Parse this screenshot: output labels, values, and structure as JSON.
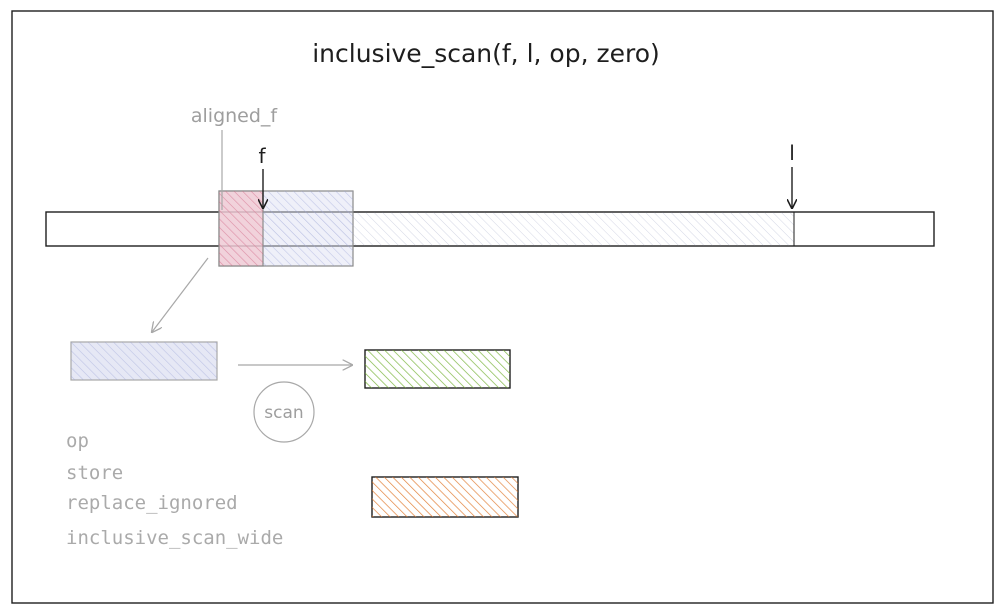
{
  "title": "inclusive_scan(f, l, op, zero)",
  "markers": {
    "aligned_f": "aligned_f",
    "f": "f",
    "l": "l"
  },
  "scan_label": "scan",
  "operations": [
    "op",
    "store",
    "replace_ignored",
    "inclusive_scan_wide"
  ],
  "colors": {
    "ink": "#1e1e1e",
    "muted": "#9e9e9e",
    "red_fill": "#e599a8",
    "blue_fill": "#c7cbe8",
    "green_fill": "#a8d86a",
    "orange_fill": "#f2a66a"
  }
}
